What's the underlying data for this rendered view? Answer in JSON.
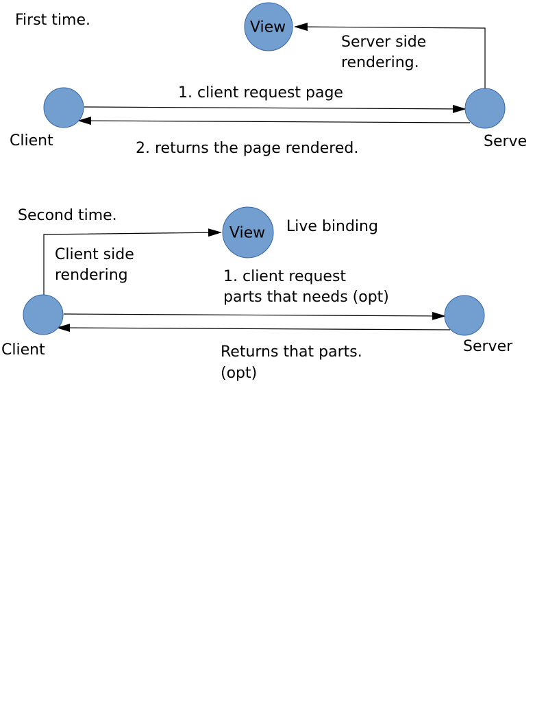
{
  "colors": {
    "node_fill": "#729fcf",
    "node_stroke": "#3465a4",
    "line": "#000000"
  },
  "first": {
    "heading": "First time.",
    "view_label": "View",
    "server_render_line1": "Server side",
    "server_render_line2": "rendering.",
    "request_label": "1. client request page",
    "client_label": "Client",
    "server_label": "Serve",
    "return_label": "2. returns the page rendered."
  },
  "second": {
    "heading": "Second time.",
    "view_label": "View",
    "live_binding": "Live binding",
    "client_render_line1": "Client side",
    "client_render_line2": "rendering",
    "request_line1": "1. client request",
    "request_line2": "parts that needs (opt)",
    "client_label": "Client",
    "server_label": "Server",
    "return_line1": "Returns that parts.",
    "return_line2": "(opt)"
  }
}
